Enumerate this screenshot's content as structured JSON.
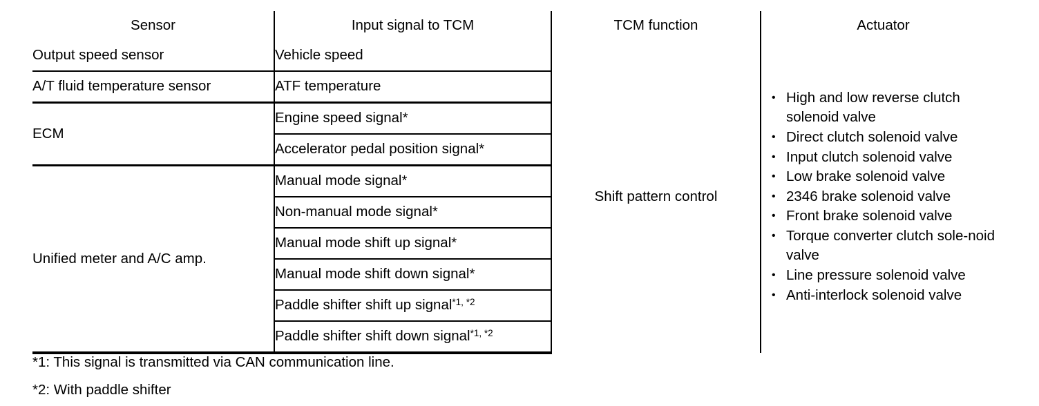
{
  "table": {
    "columns": [
      {
        "key": "sensor",
        "label": "Sensor"
      },
      {
        "key": "input",
        "label": "Input signal to TCM"
      },
      {
        "key": "tcm",
        "label": "TCM function"
      },
      {
        "key": "actuator",
        "label": "Actuator"
      }
    ],
    "sensors": [
      {
        "label": "Output speed sensor"
      },
      {
        "label": "A/T fluid temperature sensor"
      },
      {
        "label": "ECM"
      },
      {
        "label": "Unified meter and A/C amp."
      }
    ],
    "signals": [
      {
        "text": "Vehicle speed",
        "sup": ""
      },
      {
        "text": "ATF temperature",
        "sup": ""
      },
      {
        "text": "Engine speed signal*",
        "sup": ""
      },
      {
        "text": "Accelerator pedal position signal*",
        "sup": ""
      },
      {
        "text": "Manual mode signal*",
        "sup": ""
      },
      {
        "text": "Non-manual mode signal*",
        "sup": ""
      },
      {
        "text": "Manual mode shift up signal*",
        "sup": ""
      },
      {
        "text": "Manual mode shift down signal*",
        "sup": ""
      },
      {
        "text": "Paddle shifter shift up signal",
        "sup": "*1, *2"
      },
      {
        "text": "Paddle shifter shift down signal",
        "sup": "*1, *2"
      }
    ],
    "tcm_function": "Shift pattern control",
    "actuators": [
      "High and low reverse clutch solenoid valve",
      "Direct clutch solenoid valve",
      "Input clutch solenoid valve",
      "Low brake solenoid valve",
      "2346 brake solenoid valve",
      "Front brake solenoid valve",
      "Torque converter clutch sole-noid valve",
      "Line pressure solenoid valve",
      "Anti-interlock solenoid valve"
    ]
  },
  "footnotes": [
    "*1: This signal is transmitted via CAN communication line.",
    "*2: With paddle shifter"
  ]
}
